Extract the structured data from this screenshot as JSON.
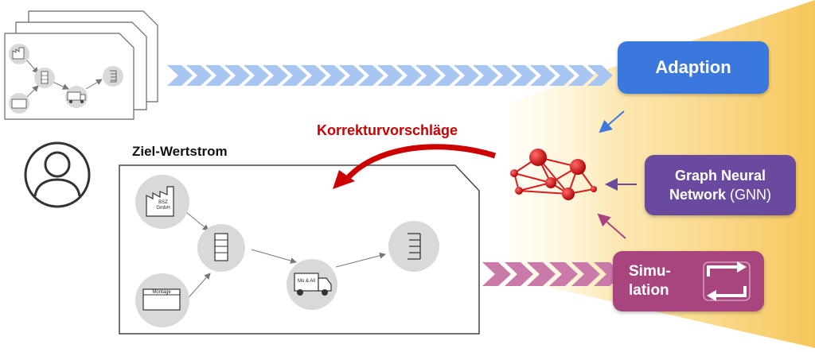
{
  "diagram": {
    "target_label": "Ziel-Wertstrom",
    "correction_label": "Korrekturvorschläge",
    "adaption": {
      "label": "Adaption",
      "color": "#3b78dd"
    },
    "gnn": {
      "line1": "Graph Neural",
      "line2_bold": "Network",
      "line2_rest": " (GNN)",
      "color": "#6a4a9e"
    },
    "simulation": {
      "line1": "Simu-",
      "line2": "lation",
      "color": "#a8457e"
    },
    "factory_text": {
      "top": "BSZ",
      "bottom": "GmbH"
    },
    "assembly_text": "Montage",
    "truck_text": "Mo & All",
    "colors": {
      "arrow_blue": "#a9c6f3",
      "arrow_pink": "#c97aa8",
      "correction_red": "#cc0000",
      "network_red": "#d81e1e",
      "glow": "#f7c860",
      "node_gray": "#d9d9d9"
    }
  }
}
